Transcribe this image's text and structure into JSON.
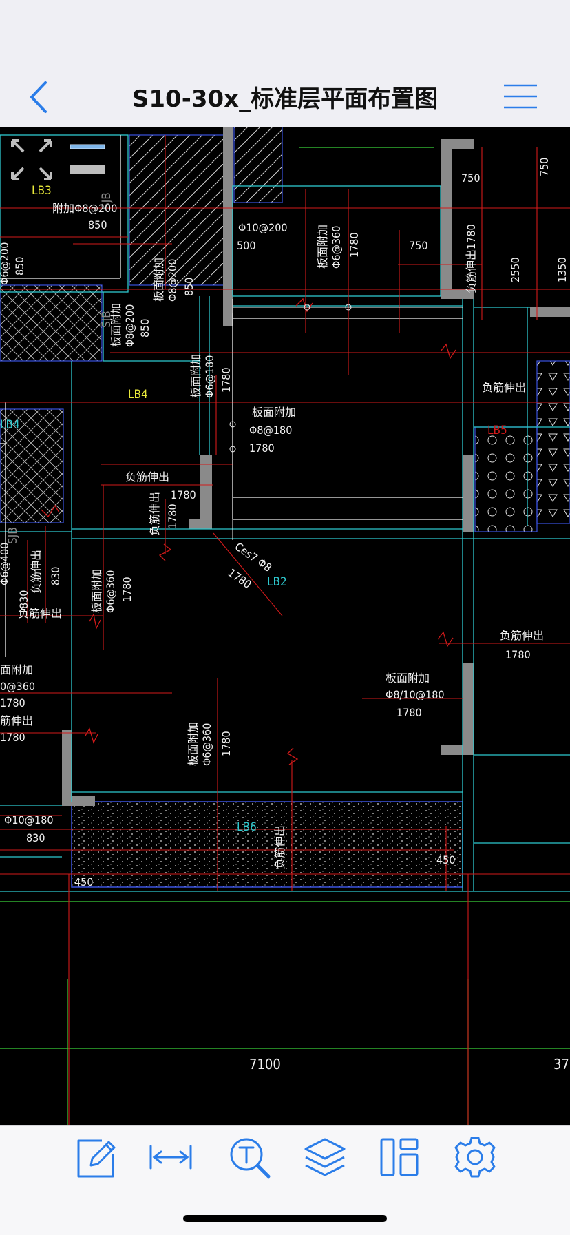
{
  "header": {
    "title": "S10-30x_标准层平面布置图",
    "back_icon": "chevron-left-icon",
    "menu_icon": "hamburger-menu-icon",
    "accent": "#2b7de9"
  },
  "drawing": {
    "labels": {
      "lb2": "LB2",
      "lb3": "LB3",
      "lb4a": "LB4",
      "lb4b": "LB4",
      "lb5": "LB5",
      "lb6": "LB6",
      "sjb1": "SJB",
      "sjb2": "SJB",
      "sjb3": "SJB",
      "t1": "附加Φ8@200",
      "t2": "850",
      "t3": "Φ10@200",
      "t4": "500",
      "t5": "板面附加",
      "t6": "Φ6@360",
      "t7": "1780",
      "t8": "750",
      "t9": "750",
      "t10": "750",
      "t11": "负筋伸出1780",
      "t12": "2550",
      "t13": "1350",
      "t14": "板面附加",
      "t15": "Φ8@200",
      "t16": "850",
      "t17": "板面附加",
      "t18": "Φ8@200",
      "t19": "850",
      "t20": "板面附加",
      "t21": "Φ6@180",
      "t22": "1780",
      "t23": "负筋伸出",
      "t24": "板面附加",
      "t25": "Φ8@180",
      "t26": "1780",
      "t27": "负筋伸出",
      "t28": "1780",
      "t29": "负筋伸出",
      "t30": "1780",
      "t31": "Ces7 Φ8",
      "t32": "1780",
      "t33": "板面附加",
      "t34": "Φ6@360",
      "t35": "1780",
      "t36": "负筋伸出",
      "t37": "1780",
      "t38": "板面附加",
      "t39": "Φ8/10@180",
      "t40": "1780",
      "t41": "板面附加",
      "t42": "Φ6@360",
      "t43": "1780",
      "t44": "负筋伸出",
      "t45": "830",
      "t46": "830",
      "t47": "负筋伸出",
      "t48": "面附加",
      "t49": "0@360",
      "t50": "1780",
      "t51": "筋伸出",
      "t52": "1780",
      "t53": "Φ10@180",
      "t54": "830",
      "t55": "450",
      "t56": "450",
      "t57": "负筋伸出",
      "t58": "Φ6@200",
      "t59": "850",
      "t60": "Φ6@400",
      "t61": "7100",
      "t62": "37"
    }
  },
  "toolbar": {
    "items": [
      {
        "icon": "edit-icon",
        "name": "edit-tool"
      },
      {
        "icon": "measure-icon",
        "name": "measure-tool"
      },
      {
        "icon": "text-search-icon",
        "name": "text-search-tool"
      },
      {
        "icon": "layers-icon",
        "name": "layers-tool"
      },
      {
        "icon": "layout-icon",
        "name": "layout-tool"
      },
      {
        "icon": "settings-icon",
        "name": "settings-tool"
      }
    ]
  },
  "colors": {
    "cad_red": "#d21a1a",
    "cad_cyan": "#2ec9cf",
    "cad_yellow": "#e8e83a",
    "cad_green": "#3bd13b",
    "cad_white": "#f0f0f0",
    "cad_gray": "#8a8a8a",
    "cad_blue": "#3a52e0"
  }
}
